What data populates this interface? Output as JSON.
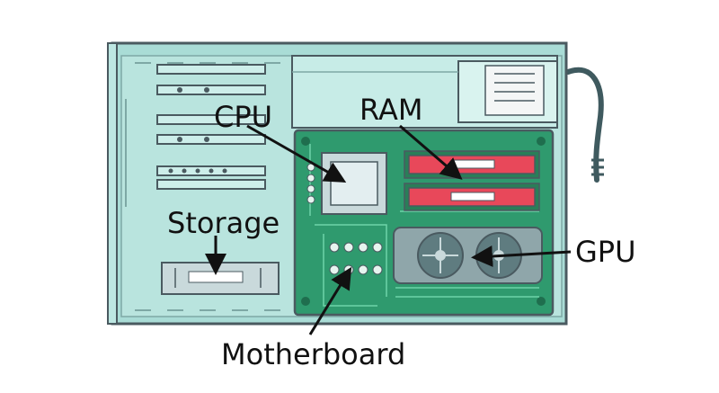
{
  "labels": {
    "cpu": "CPU",
    "ram": "RAM",
    "storage": "Storage",
    "gpu": "GPU",
    "motherboard": "Motherboard"
  },
  "colors": {
    "case_body": "#a9dcd6",
    "case_outline": "#4a5a60",
    "board": "#2f9a6e",
    "ram_stick": "#e8485a",
    "gpu": "#8fa6aa"
  }
}
